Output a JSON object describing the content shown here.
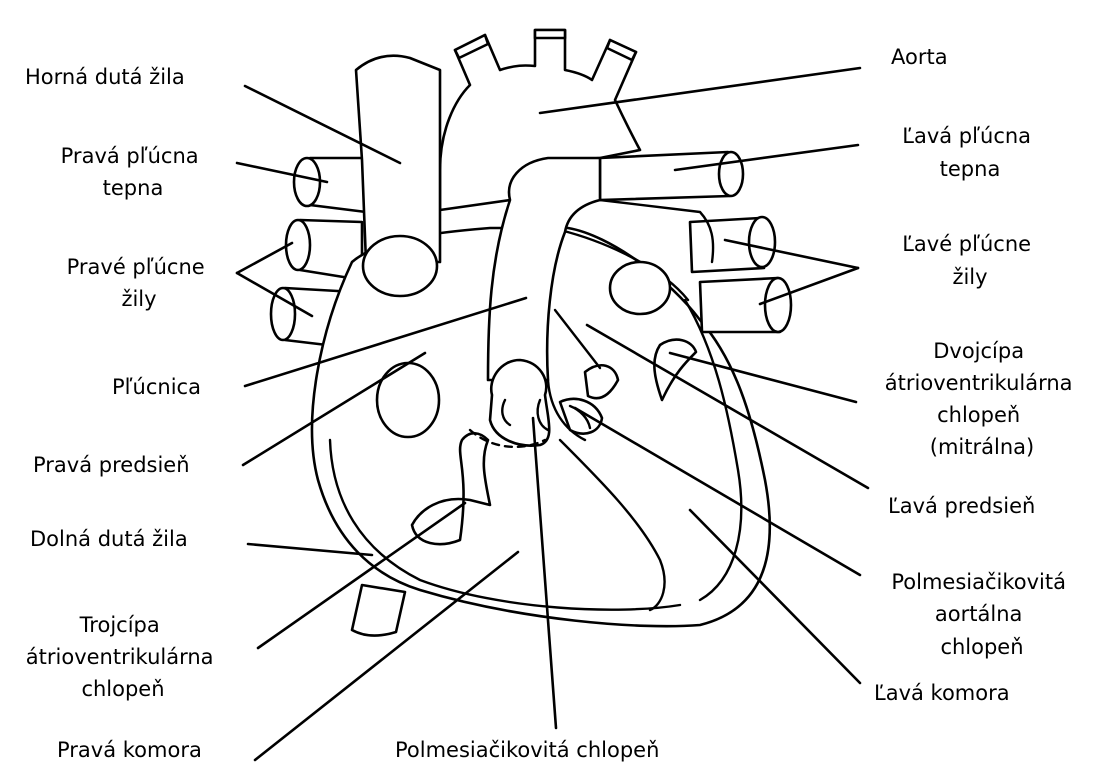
{
  "diagram": {
    "labels": {
      "horna_duta_zila": "Horná dutá žila",
      "prava_plucna_tepna": [
        "Pravá pľúcna",
        "tepna"
      ],
      "prave_plucne_zily": [
        "Pravé pľúcne",
        "žily"
      ],
      "plucnica": "Pľúcnica",
      "prava_predsien": "Pravá predsieň",
      "dolna_duta_zila": "Dolná dutá žila",
      "trojcipa": [
        "Trojcípa",
        "átrioventrikulárna",
        "chlopeň"
      ],
      "prava_komora": "Pravá komora",
      "polmesiacikovita_chlopen": "Polmesiačikovitá chlopeň",
      "aorta": "Aorta",
      "lava_plucna_tepna": [
        "Ľavá pľúcna",
        "tepna"
      ],
      "lave_plucne_zily": [
        "Ľavé pľúcne",
        "žily"
      ],
      "dvojcipa": [
        "Dvojcípa",
        "átrioventrikulárna",
        "chlopeň",
        "(mitrálna)"
      ],
      "lava_predsien": "Ľavá predsieň",
      "aortalna_chlopen": [
        "Polmesiačikovitá",
        "aortálna",
        "chlopeň"
      ],
      "lava_komora": "Ľavá komora"
    }
  }
}
